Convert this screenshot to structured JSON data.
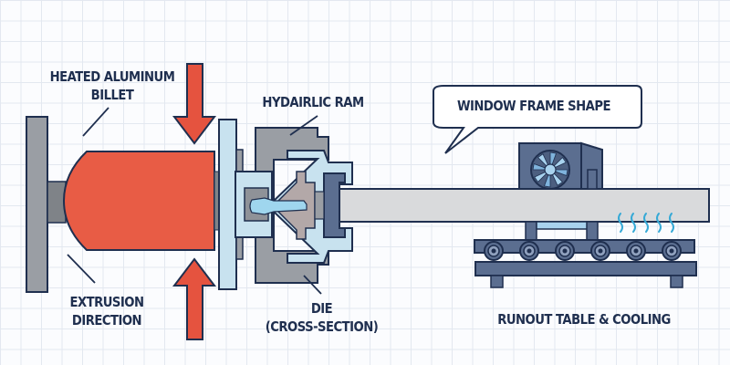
{
  "diagram": {
    "title": "Aluminum Extrusion Process",
    "labels": {
      "billet_line1": "HEATED ALUMINUM",
      "billet_line2": "BILLET",
      "ram": "HYDAIRLIC RAM",
      "extrusion_line1": "EXTRUSION",
      "extrusion_line2": "DIRECTION",
      "die_line1": "DIE",
      "die_line2": "(CROSS-SECTION)",
      "profile_callout": "WINDOW FRAME SHAPE",
      "runout": "RUNOUT TABLE & COOLING"
    },
    "components": [
      {
        "name": "back-plate",
        "color": "#9a9ea4"
      },
      {
        "name": "heated-billet",
        "color": "#e85c45"
      },
      {
        "name": "pressure-arrows",
        "color": "#e5533f"
      },
      {
        "name": "container-plate",
        "color": "#c8e2ef"
      },
      {
        "name": "die-housing",
        "color": "#9a9ea4"
      },
      {
        "name": "die-insert",
        "color": "#b8dcef"
      },
      {
        "name": "extruded-profile",
        "color": "#d9dadc"
      },
      {
        "name": "cooling-fan",
        "color": "#5b6e90"
      },
      {
        "name": "runout-table",
        "color": "#5b6e90"
      },
      {
        "name": "cooling-waves",
        "color": "#36a9d6"
      }
    ],
    "roller_count": 6,
    "cooling_wave_count": 5,
    "colors": {
      "outline": "#1f2f4f",
      "text": "#1f2f4f",
      "accent_red": "#e85c45",
      "steel_gray": "#9a9ea4",
      "light_blue": "#c8e2ef",
      "slate_blue": "#5b6e90",
      "cool_cyan": "#36a9d6"
    }
  }
}
